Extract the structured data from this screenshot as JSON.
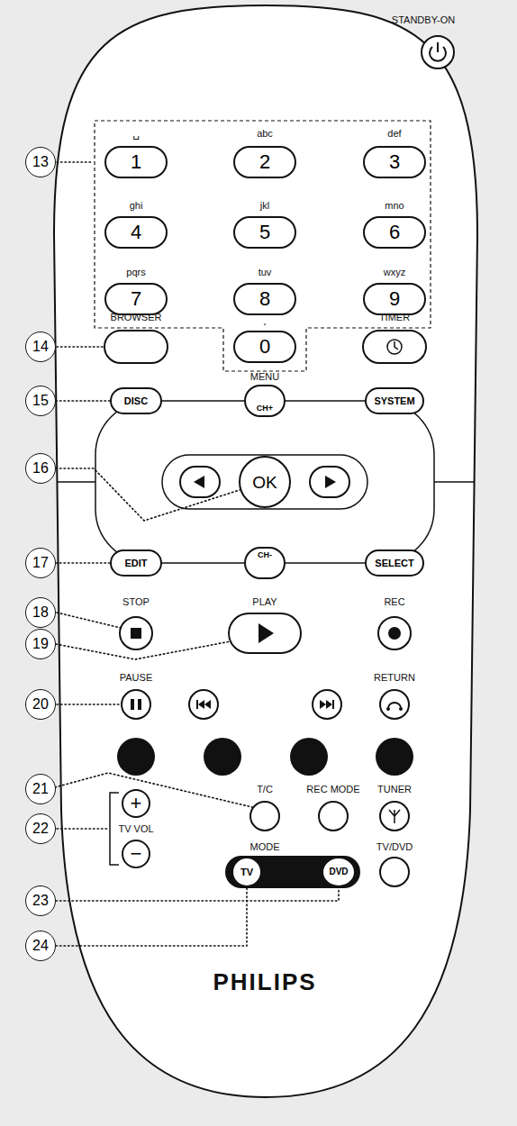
{
  "diagram": {
    "nodes": [
      {
        "text": [
          "13"
        ]
      },
      {
        "text": [
          "1"
        ]
      },
      {
        "text": [
          "2"
        ]
      },
      {
        "text": [
          "3"
        ]
      },
      {
        "text": [
          "4"
        ]
      },
      {
        "text": [
          "5"
        ]
      },
      {
        "text": [
          "6"
        ]
      },
      {
        "text": [
          "7"
        ]
      },
      {
        "text": [
          "8"
        ]
      },
      {
        "text": [
          "9"
        ]
      },
      {
        "text": [
          "14"
        ]
      },
      {
        "text": [
          "0"
        ]
      },
      {
        "text": [
          "15"
        ]
      },
      {
        "text": [
          "DISC"
        ]
      },
      {
        "text": [
          "CH+"
        ]
      },
      {
        "text": [
          "SYSTEM"
        ]
      },
      {
        "text": [
          "16"
        ]
      },
      {
        "text": [
          "OK"
        ]
      },
      {
        "text": [
          "17"
        ]
      },
      {
        "text": [
          "EDIT"
        ]
      },
      {
        "text": [
          "CH-"
        ]
      },
      {
        "text": [
          "SELECT"
        ]
      },
      {
        "text": [
          "18"
        ]
      },
      {
        "text": [
          "19"
        ]
      },
      {
        "text": [
          "20"
        ]
      },
      {
        "text": [
          "21"
        ]
      },
      {
        "text": [
          "+"
        ]
      },
      {
        "text": [
          "22"
        ]
      },
      {
        "text": [
          "−"
        ]
      },
      {
        "text": [
          "23"
        ]
      },
      {
        "text": [
          "TV"
        ]
      },
      {
        "text": [
          "DVD"
        ]
      },
      {
        "text": [
          "24"
        ]
      }
    ],
    "edges": [
      {
        "from": 12,
        "to": 13,
        "arrow": "none"
      },
      {
        "from": 16,
        "to": 17,
        "arrow": "none"
      },
      {
        "from": 18,
        "to": 19,
        "arrow": "none"
      },
      {
        "from": 29,
        "to": 31,
        "arrow": "none"
      },
      {
        "from": 32,
        "to": 30,
        "arrow": "none"
      }
    ],
    "labels": [
      "STANDBY-ON",
      "␣",
      "abc",
      "def",
      "ghi",
      "jkl",
      "mno",
      "pqrs",
      "tuv",
      "wxyz",
      "BROWSER",
      ".",
      "TIMER",
      "MENU",
      "STOP",
      "PLAY",
      "REC",
      "PAUSE",
      "RETURN",
      "T/C",
      "REC MODE",
      "TUNER",
      "TV VOL",
      "MODE",
      "TV/DVD",
      "PHILIPS"
    ]
  }
}
